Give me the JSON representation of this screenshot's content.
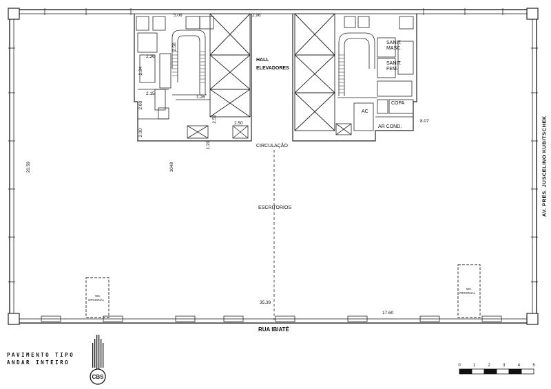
{
  "plan": {
    "rooms": {
      "hall": "HALL",
      "hall2": "ELEVADORES",
      "circulacao": "CIRCULAÇÃO",
      "escritorios": "ESCRITORIOS",
      "sanit_masc": "SANIT.",
      "sanit_masc2": "MASC.",
      "sanit_fem": "SANIT.",
      "sanit_fem2": "FEM.",
      "ac": "AC",
      "copa": "COPA",
      "ar_cond": "AR COND.",
      "wc_left": "WC",
      "wc_left2": "OPCIONAL",
      "wc_right": "WC",
      "wc_right2": "OPCIONAL"
    },
    "street_bottom": "RUA IBIATÉ",
    "street_right": "AV. PRES. JUSCELINO KUBITSCHEK",
    "dims": {
      "d_506": "5.06",
      "d_296": "2.96",
      "d_258": "2.58",
      "d_234": "2.34",
      "d_236": "2.36",
      "d_215": "2.15",
      "d_200a": "2.00",
      "d_200b": "2.00",
      "d_126": "1.26",
      "d_250a": "2.50",
      "d_250b": "2.50",
      "d_120": "1.20",
      "d_1048": "1048",
      "d_2059": "20.59",
      "d_3539": "35.39",
      "d_1760": "17.60",
      "d_807": "8.07"
    }
  },
  "footer": {
    "line1": "PAVIMENTO TIPO",
    "line2": "ANDAR INTEIRO",
    "logo_text": "CBS"
  },
  "scale_bar": {
    "ticks": [
      "0",
      "1",
      "2",
      "3",
      "4",
      "5"
    ]
  }
}
